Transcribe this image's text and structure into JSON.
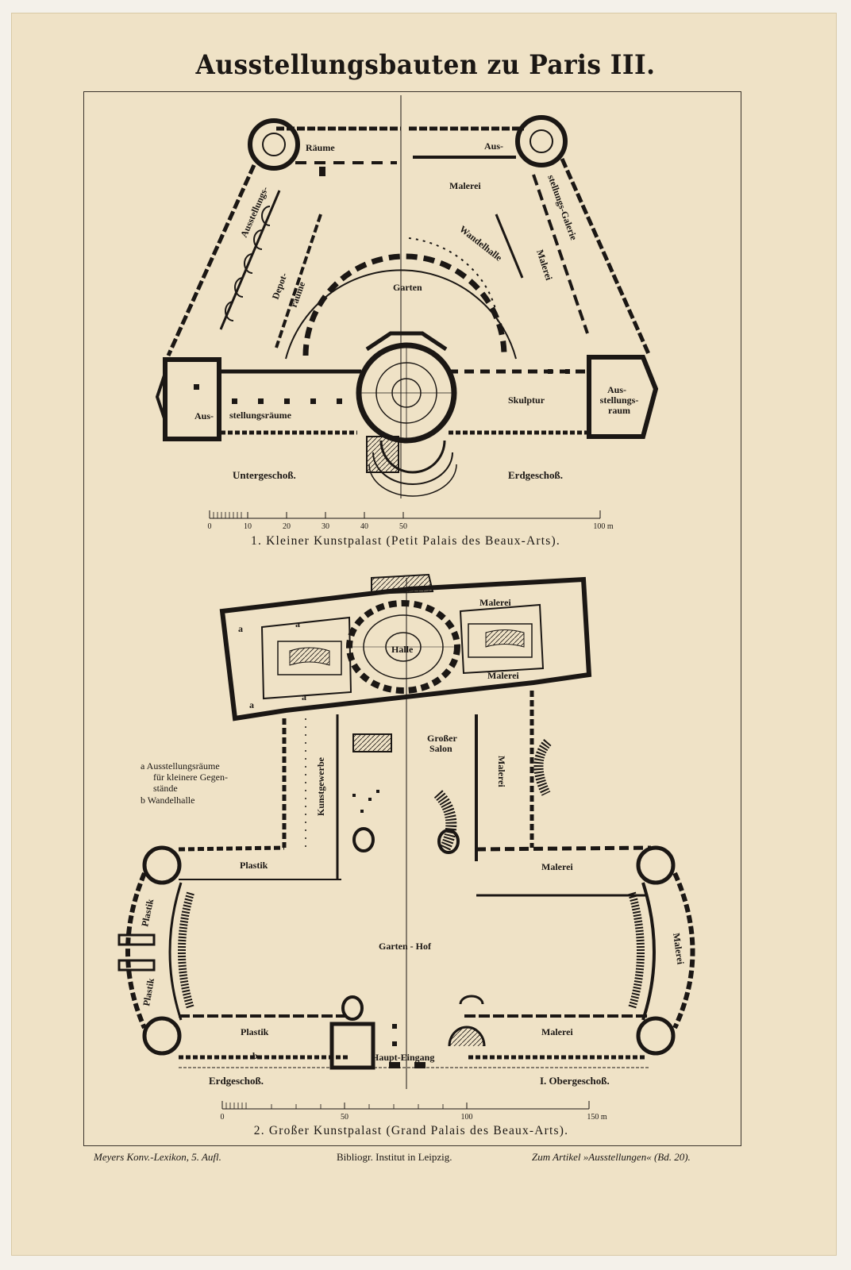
{
  "plate": {
    "title": "Ausstellungsbauten zu Paris III.",
    "footer": {
      "left": "Meyers Konv.-Lexikon, 5. Aufl.",
      "center": "Bibliogr. Institut in Leipzig.",
      "right": "Zum Artikel »Ausstellungen« (Bd. 20)."
    }
  },
  "petit_palais": {
    "caption": "1. Kleiner Kunstpalast (Petit Palais des Beaux-Arts).",
    "floor_left": "Untergeschoß.",
    "floor_right": "Erdgeschoß.",
    "labels": {
      "raeume": "Räume",
      "aus_top": "Aus-",
      "malerei_top": "Malerei",
      "ausstellungs_diag": "Ausstellungs-",
      "depot": "Depot-",
      "raeume_diag": "räume",
      "wandelhalle": "Wandelhalle",
      "galerie": "stellungs-Galerie",
      "malerei_right": "Malerei",
      "garten": "Garten",
      "aus_bottom": "Aus-",
      "stellungsraeume": "stellungsräume",
      "skulptur": "Skulptur",
      "ausraum_1": "Aus-",
      "ausraum_2": "stellungs-",
      "ausraum_3": "raum"
    },
    "scale_ticks": [
      "0",
      "10",
      "20",
      "30",
      "40",
      "50",
      "100 m"
    ]
  },
  "grand_palais": {
    "caption": "2. Großer Kunstpalast (Grand Palais des Beaux-Arts).",
    "floor_left": "Erdgeschoß.",
    "floor_right": "I. Obergeschoß.",
    "legend": [
      "a Ausstellungsräume",
      "für kleinere Gegen-",
      "stände",
      "b Wandelhalle"
    ],
    "labels": {
      "malerei_top1": "Malerei",
      "malerei_top2": "Malerei",
      "halle": "Halle",
      "a1": "a",
      "a2": "a",
      "a3": "a",
      "a4": "a",
      "grosser": "Großer",
      "salon": "Salon",
      "kunstgewerbe": "Kunstgewerbe",
      "malerei_vert": "Malerei",
      "plastik_top": "Plastik",
      "malerei_mid": "Malerei",
      "plastik_l1": "Plastik",
      "plastik_l2": "Plastik",
      "garten_hof": "Garten - Hof",
      "malerei_curve": "Malerei",
      "plastik_bottom": "Plastik",
      "malerei_bottom": "Malerei",
      "b": "b",
      "haupt_eingang": "Haupt-Eingang"
    },
    "scale_ticks": [
      "0",
      "50",
      "100",
      "150 m"
    ]
  }
}
